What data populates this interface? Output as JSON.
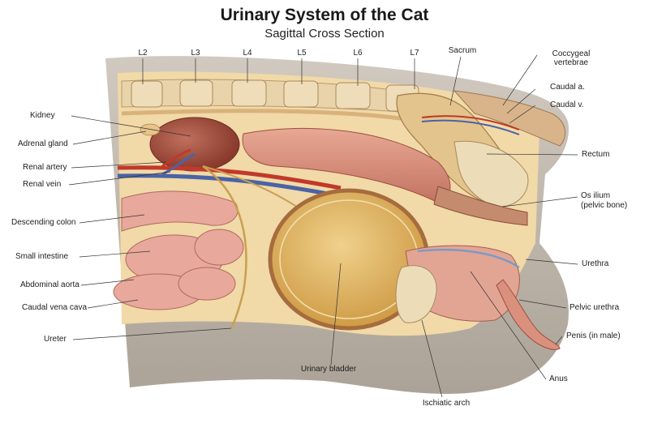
{
  "title": "Urinary System of the Cat",
  "subtitle": "Sagittal Cross Section",
  "vertebrae": [
    "L2",
    "L3",
    "L4",
    "L5",
    "L6",
    "L7"
  ],
  "labels_left": {
    "kidney": "Kidney",
    "adrenal_gland": "Adrenal gland",
    "renal_artery": "Renal artery",
    "renal_vein": "Renal vein",
    "descending_colon": "Descending colon",
    "small_intestine": "Small intestine",
    "abdominal_aorta": "Abdominal aorta",
    "caudal_vena_cava": "Caudal vena cava",
    "ureter": "Ureter"
  },
  "labels_top": {
    "sacrum": "Sacrum",
    "coccygeal_line1": "Coccygeal",
    "coccygeal_line2": "vertebrae",
    "caudal_a": "Caudal a.",
    "caudal_v": "Caudal v."
  },
  "labels_right": {
    "rectum": "Rectum",
    "os_ilium_line1": "Os ilium",
    "os_ilium_line2": "(pelvic bone)",
    "urethra": "Urethra",
    "pelvic_urethra": "Pelvic urethra",
    "penis": "Penis (in male)",
    "anus": "Anus"
  },
  "labels_bottom": {
    "urinary_bladder": "Urinary bladder",
    "ischiatic_arch": "Ischiatic arch"
  },
  "colors": {
    "fur": "#b7ada0",
    "fat": "#e9c27a",
    "kidney": "#a4503f",
    "intestine": "#e3a095",
    "colon": "#d98f7c",
    "bladder": "#e2b866",
    "bone": "#e9d8b3",
    "artery": "#c0392b",
    "vein": "#4a63a6",
    "ureter": "#c9a050"
  }
}
